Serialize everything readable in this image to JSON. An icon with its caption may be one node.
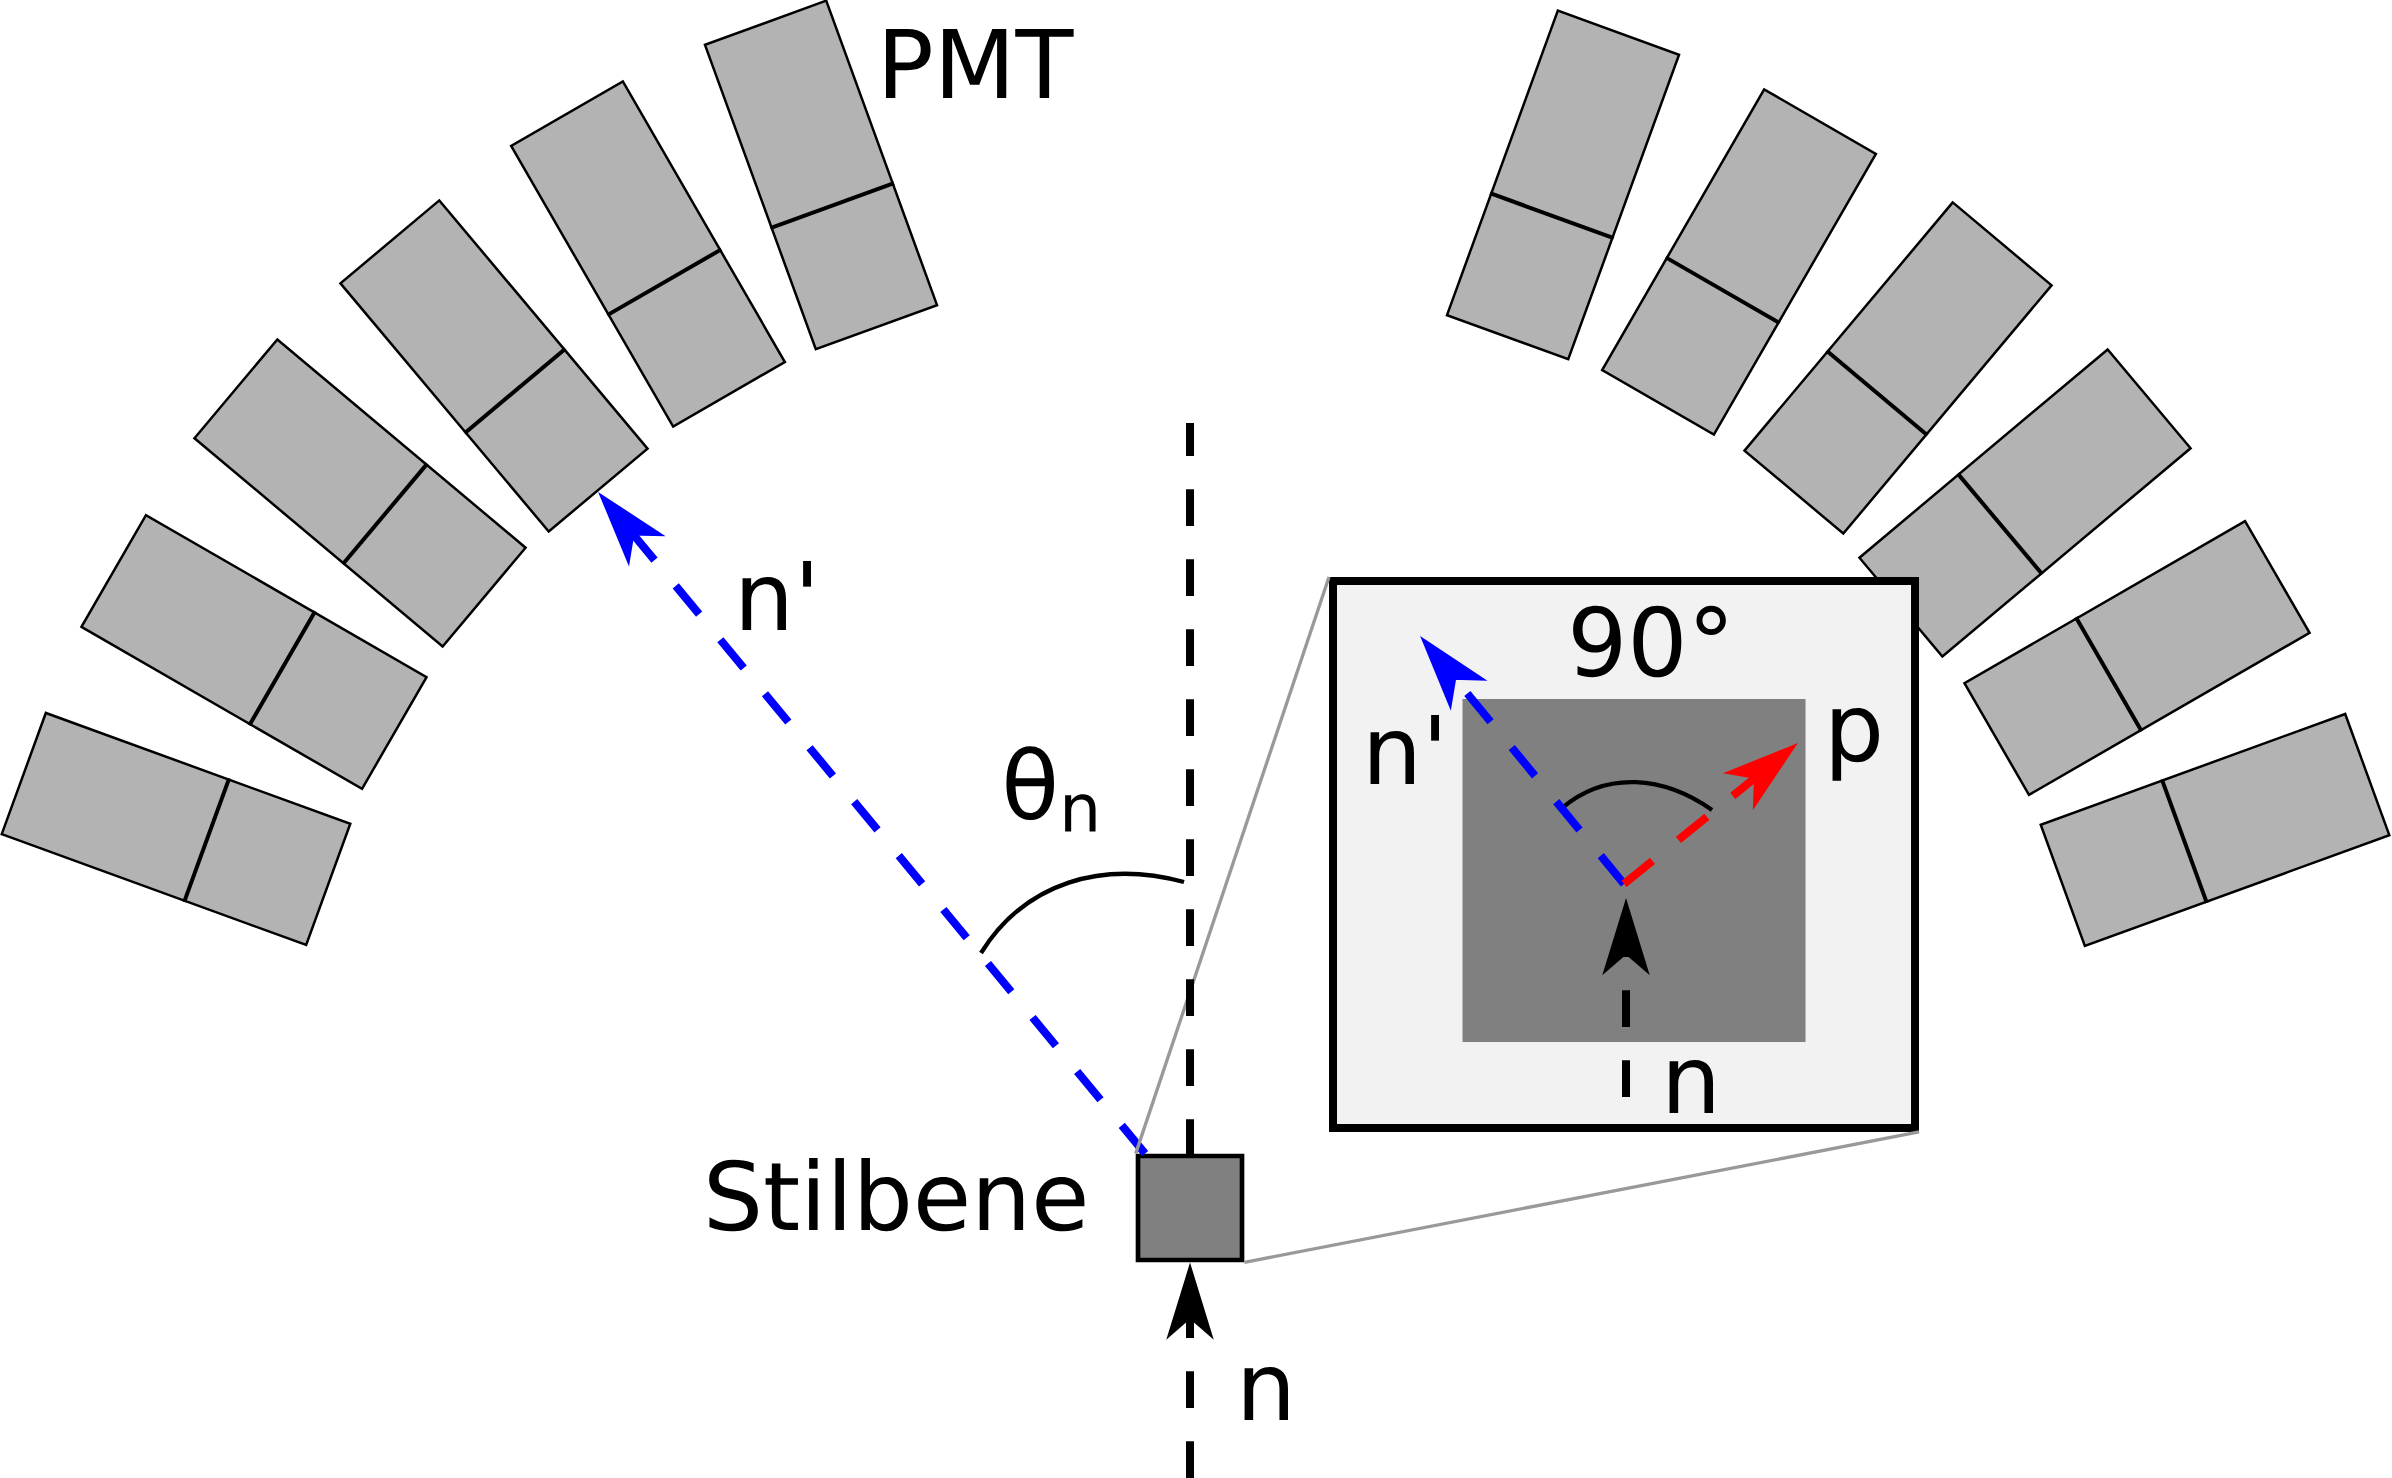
{
  "diagram": {
    "nodes": [
      {
        "text": [],
        "shape": "box"
      },
      {
        "text": [],
        "shape": "box"
      },
      {
        "text": [],
        "shape": "box"
      },
      {
        "text": [],
        "shape": "box"
      },
      {
        "text": [],
        "shape": "box"
      },
      {
        "text": [],
        "shape": "box"
      },
      {
        "text": [],
        "shape": "box"
      },
      {
        "text": [],
        "shape": "box"
      },
      {
        "text": [],
        "shape": "box"
      },
      {
        "text": [],
        "shape": "box"
      },
      {
        "text": [],
        "shape": "box"
      },
      {
        "text": [],
        "shape": "box"
      },
      {
        "text": [],
        "shape": "box",
        "beside": [
          "Stilbene"
        ]
      },
      {
        "text": [
          "90°",
          "n'",
          "p",
          "n"
        ]
      },
      {
        "text": [],
        "shape": "box",
        "in": 13
      }
    ],
    "edges": [
      {
        "from": 12,
        "to": 3,
        "arrow": "to",
        "label": "n'",
        "style": "dashed",
        "color": "#0000ff"
      },
      {
        "from": null,
        "to": 12,
        "arrow": "to",
        "label": "n",
        "style": "dashed",
        "color": "#000000"
      },
      {
        "from": 12,
        "to": 13,
        "arrow": "none",
        "color": "#999999"
      },
      {
        "from": 12,
        "to": 13,
        "arrow": "none",
        "color": "#999999"
      }
    ],
    "labels": [
      "PMT",
      "θ$_{n}$"
    ]
  }
}
